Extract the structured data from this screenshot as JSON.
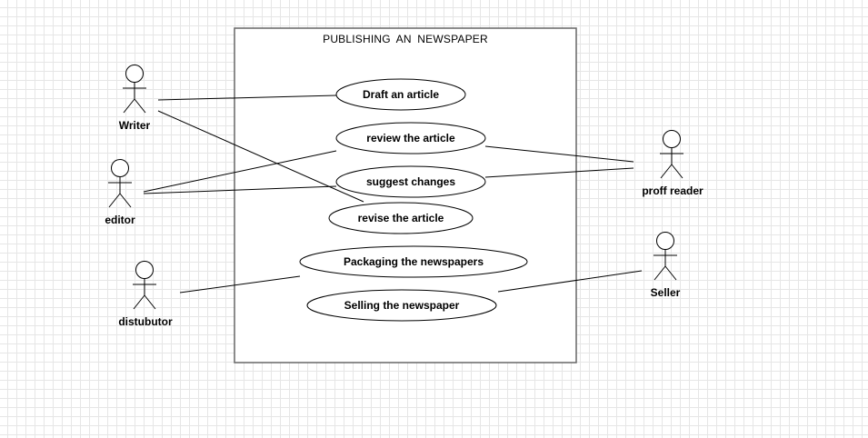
{
  "system": {
    "title": "PUBLISHING  AN  NEWSPAPER"
  },
  "actors": {
    "writer": "Writer",
    "editor": "editor",
    "distributor": "distubutor",
    "proofreader": "proff reader",
    "seller": "Seller"
  },
  "usecases": {
    "draft": "Draft an article",
    "review": "review the article",
    "suggest": "suggest changes",
    "revise": "revise the article",
    "packaging": "Packaging the newspapers",
    "selling": "Selling the newspaper"
  },
  "colors": {
    "stroke": "#000000",
    "system_border": "#666666",
    "grid": "#e6e6e6",
    "background": "#ffffff"
  }
}
